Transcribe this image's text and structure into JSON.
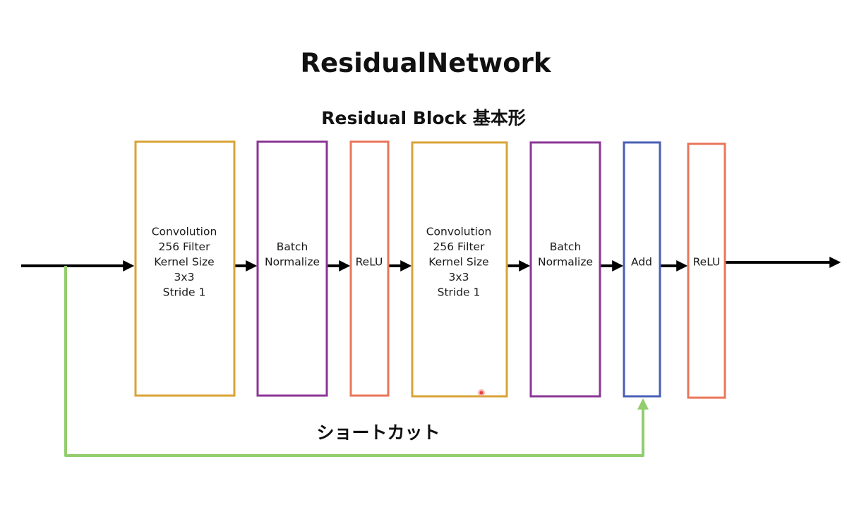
{
  "title": "ResidualNetwork",
  "subtitle": "Residual Block 基本形",
  "shortcut_label": "ショートカット",
  "colors": {
    "convolution": "#d9a336",
    "batch_normalize": "#8b3596",
    "relu": "#ea7659",
    "add": "#4a5fb5",
    "shortcut": "#92cd6e",
    "flow_arrow": "#000000"
  },
  "blocks": [
    {
      "id": "conv1",
      "kind": "convolution",
      "lines": [
        "Convolution",
        "256 Filter",
        "Kernel Size",
        "3x3",
        "Stride 1"
      ]
    },
    {
      "id": "bn1",
      "kind": "batch_normalize",
      "lines": [
        "Batch",
        "Normalize"
      ]
    },
    {
      "id": "relu1",
      "kind": "relu",
      "lines": [
        "ReLU"
      ]
    },
    {
      "id": "conv2",
      "kind": "convolution",
      "lines": [
        "Convolution",
        "256 Filter",
        "Kernel Size",
        "3x3",
        "Stride 1"
      ]
    },
    {
      "id": "bn2",
      "kind": "batch_normalize",
      "lines": [
        "Batch",
        "Normalize"
      ]
    },
    {
      "id": "add",
      "kind": "add",
      "lines": [
        "Add"
      ]
    },
    {
      "id": "relu2",
      "kind": "relu",
      "lines": [
        "ReLU"
      ]
    }
  ]
}
